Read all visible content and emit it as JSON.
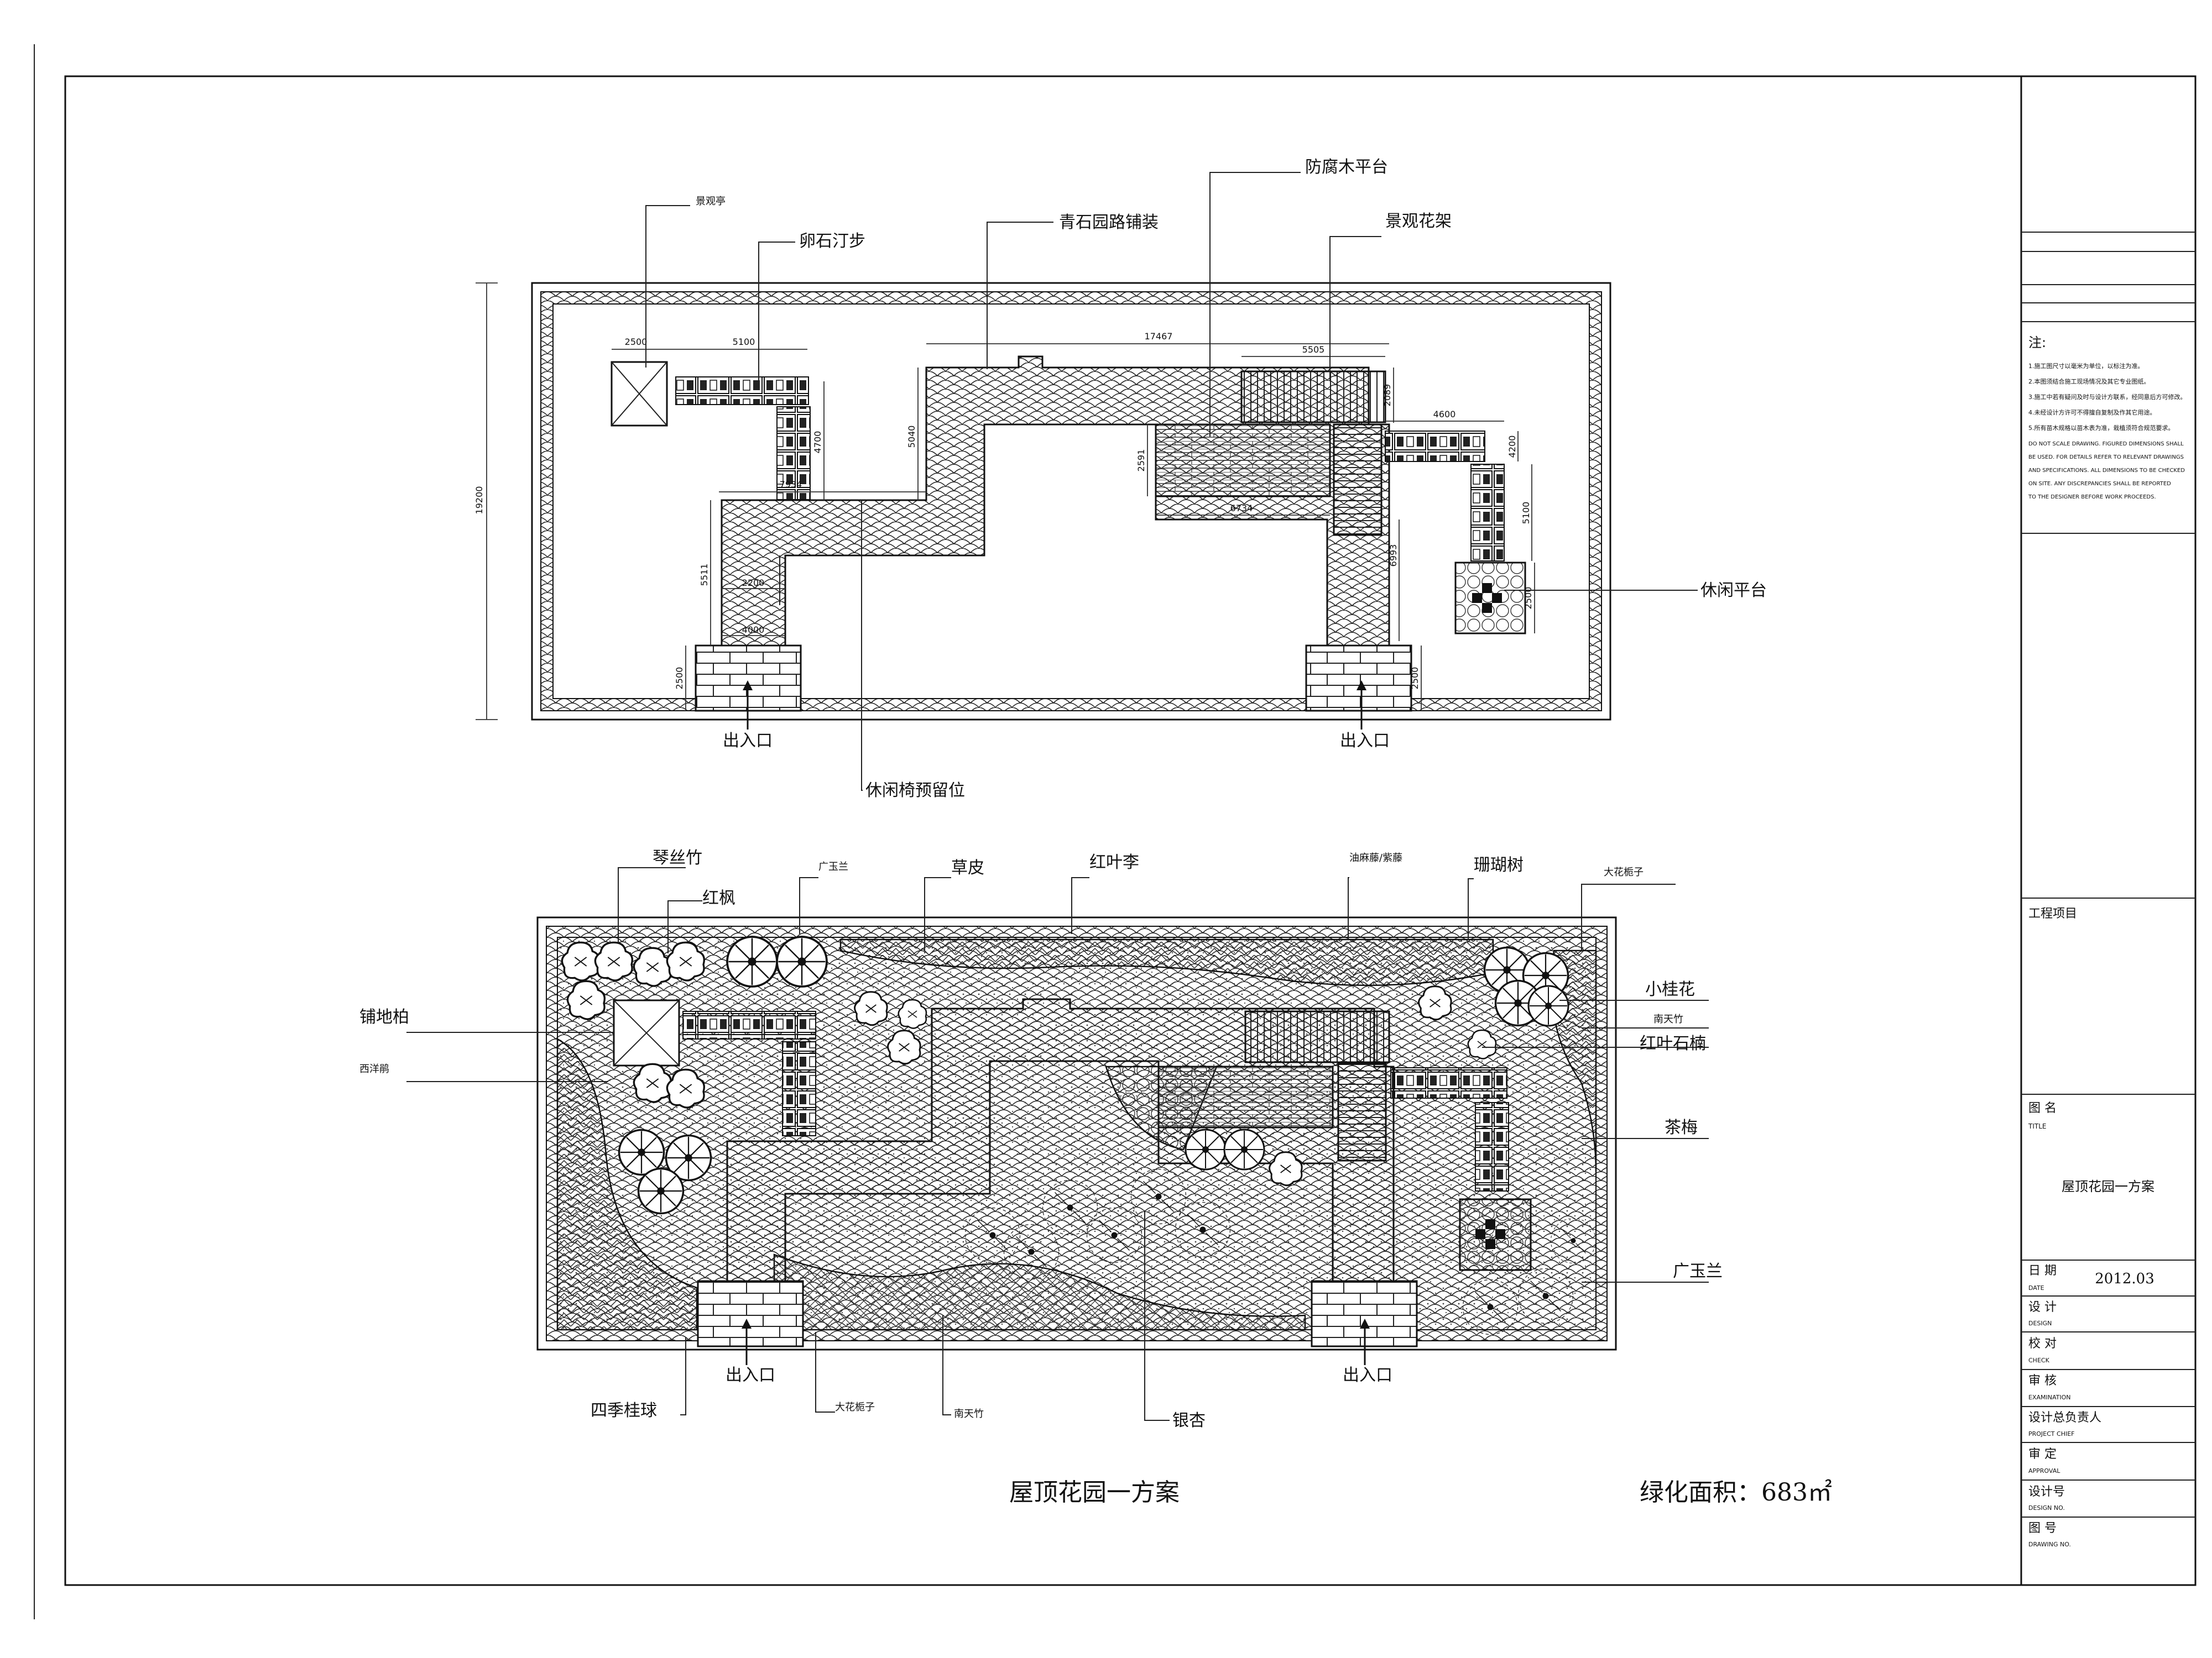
{
  "plan_top": {
    "labels": {
      "pavilion": "景观亭",
      "stepping": "卵石汀步",
      "paving": "青石园路铺装",
      "deck": "防腐木平台",
      "pergola": "景观花架",
      "rest_platform": "休闲平台",
      "bench": "休闲椅预留位",
      "entry_left": "出入口",
      "entry_right": "出入口"
    },
    "dims": {
      "d2500a": "2500",
      "d5100a": "5100",
      "d17467": "17467",
      "d5505": "5505",
      "d2089": "2089",
      "d4600": "4600",
      "d4200": "4200",
      "d4700": "4700",
      "d5040": "5040",
      "d2591": "2591",
      "d7934": "7934",
      "d6734": "6734",
      "d5100b": "5100",
      "d6993": "6993",
      "d19200": "19200",
      "d5511": "5511",
      "d2200": "2200",
      "d4000": "4000",
      "d2500b": "2500",
      "d2500c": "2500",
      "d2500d": "2500"
    }
  },
  "plan_bottom": {
    "labels": {
      "qinsi": "琴丝竹",
      "hongfeng": "红枫",
      "guangyulan_top": "广玉兰",
      "caopi": "草皮",
      "hongyeli": "红叶李",
      "youmatengzhang": "油麻藤/紫藤",
      "shanhu": "珊瑚树",
      "dahuazhizi_top": "大花栀子",
      "pudibai": "铺地柏",
      "xiyangjuan": "西洋鹃",
      "xiaoguihua": "小桂花",
      "nantianzhu_r": "南天竹",
      "hongyeshinan": "红叶石楠",
      "chamei": "茶梅",
      "guangyulan_r": "广玉兰",
      "entry_left": "出入口",
      "entry_right": "出入口",
      "sijiguiqiu": "四季桂球",
      "dahuazhizi_bot": "大花栀子",
      "nantianzhu_bot": "南天竹",
      "yinxing": "银杏"
    }
  },
  "footer": {
    "title": "屋顶花园一方案",
    "area": "绿化面积：683㎡"
  },
  "title_block": {
    "notes_head": "注:",
    "notes": [
      "1.施工图尺寸以毫米为单位，以标注为准。",
      "2.本图须结合施工现场情况及其它专业图纸。",
      "3.施工中若有疑问及时与设计方联系，经同意后方可修改。",
      "4.未经设计方许可不得擅自复制及作其它用途。",
      "5.所有苗木规格以苗木表为准，栽植须符合规范要求。",
      "DO NOT SCALE DRAWING. FIGURED DIMENSIONS SHALL",
      "BE USED. FOR DETAILS REFER TO RELEVANT DRAWINGS",
      "AND SPECIFICATIONS. ALL DIMENSIONS TO BE CHECKED",
      "ON SITE. ANY DISCREPANCIES SHALL BE REPORTED",
      "TO THE DESIGNER BEFORE WORK PROCEEDS."
    ],
    "project_label": "工程项目",
    "figname_label": "图 名",
    "figname_en": "TITLE",
    "figname_value": "屋顶花园一方案",
    "date_label": "日 期",
    "date_en": "DATE",
    "date_value": "2012.03",
    "design_label": "设 计",
    "design_en": "DESIGN",
    "check_label": "校 对",
    "check_en": "CHECK",
    "review_label": "审 核",
    "review_en": "EXAMINATION",
    "lead_label": "设计总负责人",
    "lead_en": "PROJECT CHIEF",
    "approve_label": "审 定",
    "approve_en": "APPROVAL",
    "designno_label": "设计号",
    "designno_en": "DESIGN NO.",
    "drawno_label": "图 号",
    "drawno_en": "DRAWING NO."
  }
}
